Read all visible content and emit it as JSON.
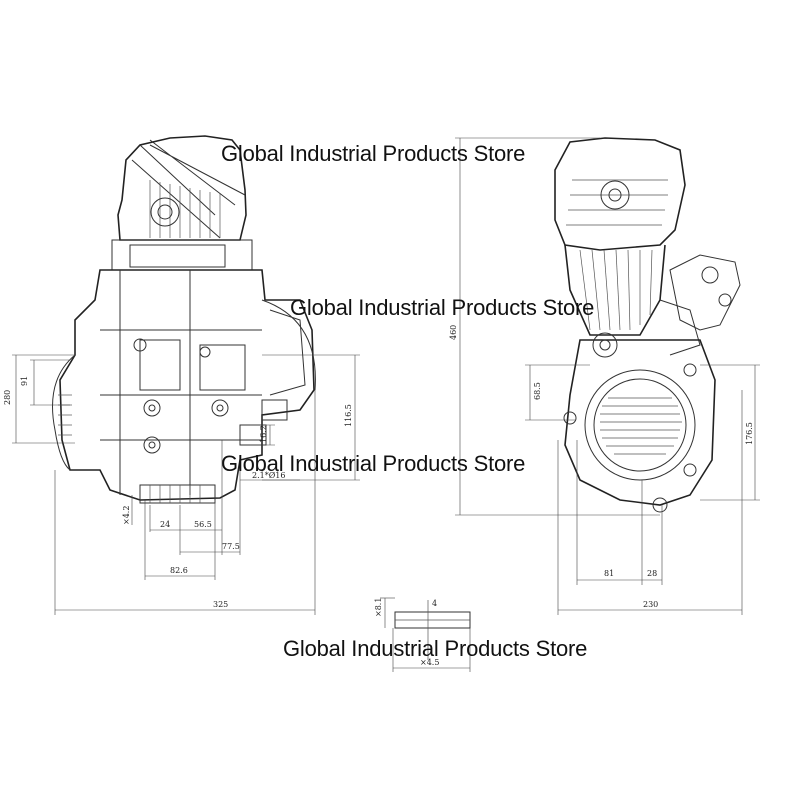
{
  "watermark": {
    "text": "Global Industrial Products Store"
  },
  "dimensions": {
    "left_view": {
      "d1": "91",
      "d2": "280",
      "d3": "116.5",
      "d4": "16.2",
      "d5": "2.1*Ø16",
      "d6": "×4.2",
      "d7": "24",
      "d8": "56.5",
      "d9": "77.5",
      "d10": "82.6",
      "d11": "325"
    },
    "right_view": {
      "d1": "460",
      "d2": "68.5",
      "d3": "176.5",
      "d4": "81",
      "d5": "28",
      "d6": "230"
    },
    "shaft_detail": {
      "d1": "×8.1",
      "d2": "4",
      "d3": "×4.5"
    }
  }
}
